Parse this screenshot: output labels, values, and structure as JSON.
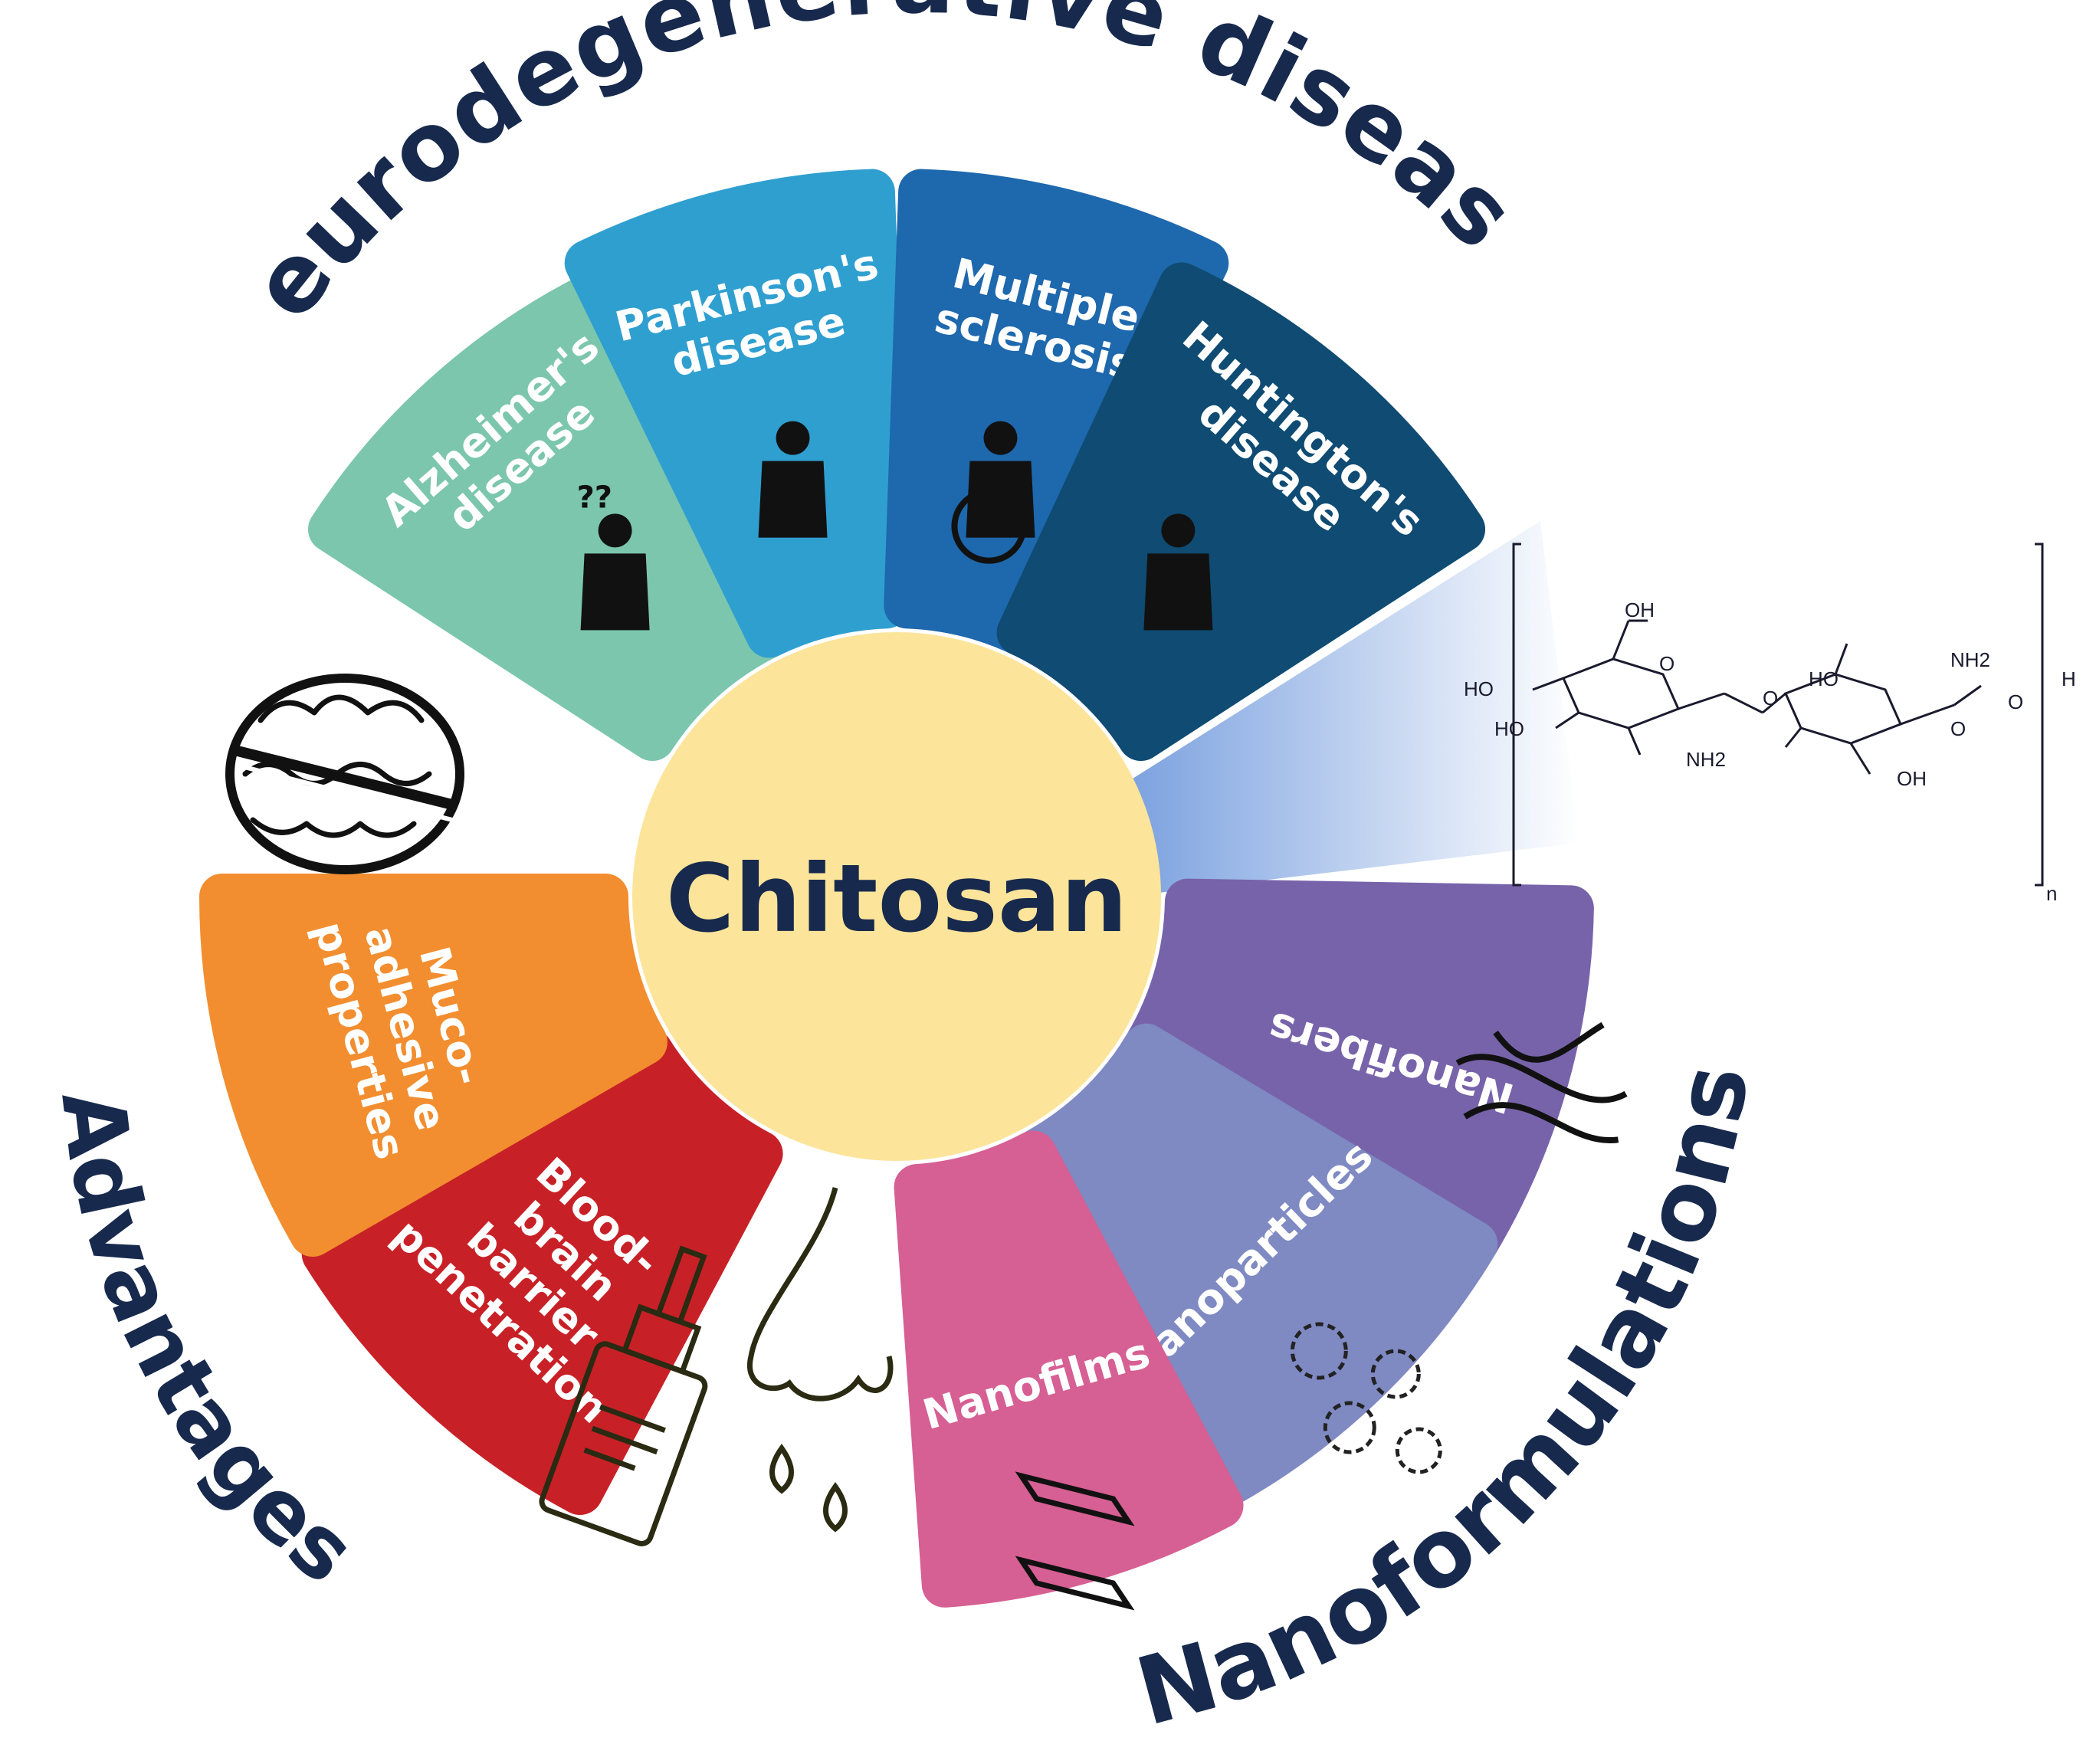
{
  "center": {
    "label": "Chitosan",
    "color": "#fce49a"
  },
  "groups": {
    "neuro": "Neurodegenerative diseases",
    "advantages": "Advantages",
    "nano": "Nanoformulations"
  },
  "segments": [
    {
      "id": "alzheimers",
      "lines": [
        "Alzheimer's",
        "disease"
      ],
      "color": "#7cc6ae",
      "icon": "confused-person-icon",
      "glyph": "??"
    },
    {
      "id": "parkinsons",
      "lines": [
        "Parkinson's",
        "disease"
      ],
      "color": "#2f9fd0",
      "icon": "trembling-person-icon"
    },
    {
      "id": "ms",
      "lines": [
        "Multiple",
        "sclerosis"
      ],
      "color": "#1e68ad",
      "icon": "wheelchair-user-icon"
    },
    {
      "id": "huntingtons",
      "lines": [
        "Huntington's",
        "disease"
      ],
      "color": "#0f4b72",
      "icon": "fallen-person-icon"
    },
    {
      "id": "nanofibers",
      "lines": [
        "Nanofibers"
      ],
      "color": "#7763aa",
      "icon": "nanofibers-icon"
    },
    {
      "id": "nanoparticles",
      "lines": [
        "Nanoparticles"
      ],
      "color": "#7f89c2",
      "icon": "nanoparticles-icon"
    },
    {
      "id": "nanofilms",
      "lines": [
        "Nanofilms"
      ],
      "color": "#d65f93",
      "icon": "nanofilm-icon"
    },
    {
      "id": "bbb",
      "lines": [
        "Blood-",
        "brain",
        "barrier",
        "penetration"
      ],
      "color": "#c72127",
      "icon": "nasal-spray-icon"
    },
    {
      "id": "mucoadhesive",
      "lines": [
        "Muco-",
        "adhesive",
        "properties"
      ],
      "color": "#f28e2f",
      "icon": "nose-drops-icon"
    }
  ],
  "decor_icons": [
    "brain-icon",
    "nasal-spray-icon",
    "nose-icon"
  ],
  "structure": {
    "labels": [
      "OH",
      "HO",
      "HO",
      "O",
      "NH2",
      "O",
      "HO",
      "NH2",
      "O",
      "OH",
      "H",
      "n",
      "O"
    ]
  }
}
